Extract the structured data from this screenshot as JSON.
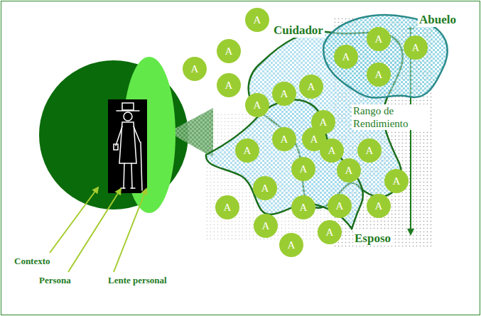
{
  "diagram": {
    "nodes": [
      {
        "text": [
          "Cuidador"
        ]
      },
      {
        "text": [
          "Abuelo"
        ]
      },
      {
        "text": [
          "Esposo"
        ]
      },
      {
        "text": [
          "A"
        ]
      },
      {
        "text": [
          "A"
        ]
      },
      {
        "text": [
          "A"
        ]
      },
      {
        "text": [
          "A"
        ]
      },
      {
        "text": [
          "A"
        ]
      },
      {
        "text": [
          "A"
        ]
      },
      {
        "text": [
          "A"
        ]
      },
      {
        "text": [
          "A"
        ]
      },
      {
        "text": [
          "A"
        ]
      },
      {
        "text": [
          "A"
        ]
      },
      {
        "text": [
          "A"
        ]
      },
      {
        "text": [
          "A"
        ]
      },
      {
        "text": [
          "A"
        ]
      },
      {
        "text": [
          "A"
        ]
      },
      {
        "text": [
          "A"
        ]
      },
      {
        "text": [
          "A"
        ]
      },
      {
        "text": [
          "A"
        ]
      },
      {
        "text": [
          "A"
        ]
      },
      {
        "text": [
          "A"
        ]
      },
      {
        "text": [
          "A"
        ]
      },
      {
        "text": [
          "A"
        ]
      },
      {
        "text": [
          "A"
        ]
      },
      {
        "text": [
          "A"
        ]
      },
      {
        "text": [
          "A"
        ]
      },
      {
        "text": [
          "A"
        ]
      },
      {
        "text": [
          "A"
        ]
      },
      {
        "text": [
          "A"
        ]
      },
      {
        "text": [
          "A"
        ]
      }
    ],
    "labels": [
      "Rango de Rendimiento",
      "Contexto",
      "Persona",
      "Lente personal"
    ]
  }
}
